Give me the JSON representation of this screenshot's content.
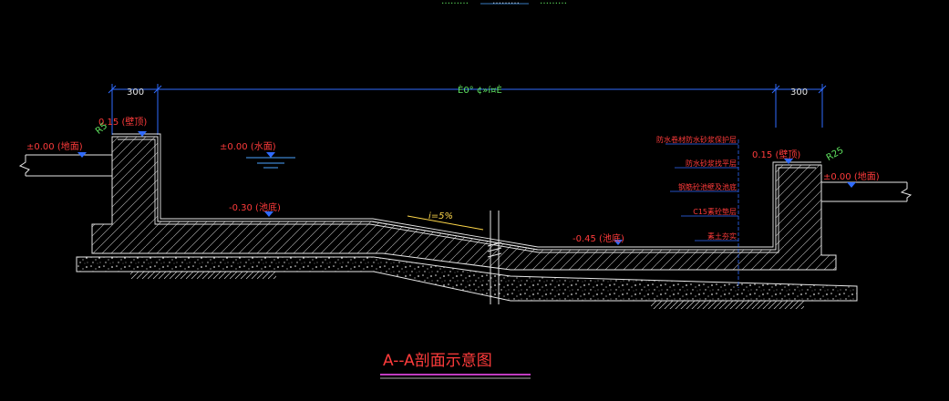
{
  "top_fragments": [
    "………",
    "………",
    "………"
  ],
  "dimensions": {
    "left": "300",
    "right": "300",
    "middle": "È0° ¢»í¤È"
  },
  "elevations": {
    "left_wall_top": "0.15 (壁顶)",
    "left_ground": "±0.00 (地面)",
    "water_surface": "±0.00 (水面)",
    "shallow_bottom": "-0.30 (池底)",
    "deep_bottom": "-0.45 (池底)",
    "right_wall_top": "0.15 (壁顶)",
    "right_ground": "±0.00 (地面)"
  },
  "radius_left": "R5",
  "radius_right": "R25",
  "slope": "i=5%",
  "layers": [
    "防水卷材防水砂浆保护层",
    "防水砂浆找平层",
    "钢筋砼池壁及池底",
    "C15素砼垫层",
    "素土夯实"
  ],
  "title": "A--A剖面示意图",
  "colors": {
    "background": "#000000",
    "dimension": "#2f6bff",
    "label": "#ff3b3b",
    "structure": "#e6e6e6",
    "title_underline": "#ff4fff"
  }
}
